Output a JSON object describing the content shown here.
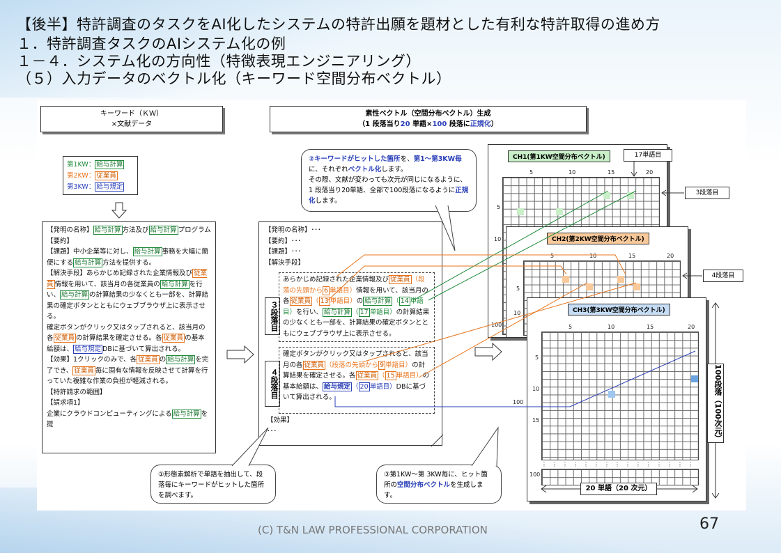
{
  "title": {
    "line1": "【後半】特許調査のタスクをAI化したシステムの特許出願を題材とした有利な特許取得の進め方",
    "line2": "１．特許調査タスクのAIシステム化の例",
    "line3": "１－４．システム化の方向性（特徴表現エンジニアリング）",
    "line4": "（５）入力データのベクトル化（キーワード空間分布ベクトル）"
  },
  "header_left": {
    "l1": "キーワード（ＫＷ）",
    "l2": "×文献データ"
  },
  "header_right": {
    "l1": "素性ベクトル（空間分布ベクトル）生成",
    "l2a": "（1 段落当り",
    "l2b": "20",
    "l2c": " 単語×",
    "l2d": "100",
    "l2e": " 段落に",
    "l2f": "正規化",
    "l2g": "）"
  },
  "keywords": {
    "kw1_label": "第1KW：",
    "kw1": "給与計算",
    "kw2_label": "第2KW：",
    "kw2": "従業員",
    "kw3_label": "第3KW：",
    "kw3": "給与規定"
  },
  "doc_left": {
    "p1a": "【発明の名称】",
    "p1b": "給与計算",
    "p1c": "方法及び",
    "p1d": "給与計算",
    "p1e": "プログラム",
    "p2": "【要約】",
    "p3a": "【課題】中小企業等に対し、",
    "p3b": "給与計算",
    "p3c": "事務を大幅に簡便にする",
    "p3d": "給与計算",
    "p3e": "方法を提供する。",
    "p4a": "【解決手段】あらかじめ記録された企業情報及び",
    "p4b": "従業員",
    "p4c": "情報を用いて、該当月の各従業員の",
    "p4d": "給与計算",
    "p4e": "を行い、",
    "p4f": "給与計算",
    "p4g": "の計算結果の少なくとも一部を、計算結果の確定ボタンとともにウェブブラウザ上に表示させる。",
    "p5a": "確定ボタンがクリック又はタップされると、該当月の各",
    "p5b": "従業員",
    "p5c": "の計算結果を確定させる。各",
    "p5d": "従業員",
    "p5e": "の基本給額は、",
    "p5f": "給与規定",
    "p5g": "DBに基づいて算出される。",
    "p6a": "【効果】1クリックのみで、各",
    "p6b": "従業員",
    "p6c": "の",
    "p6d": "給与計算",
    "p6e": "を完了でき、",
    "p6f": "従業員",
    "p6g": "毎に固有な情報を反映させて計算を行っていた複雑な作業の負担が軽減される。",
    "p7": "【特許請求の範囲】",
    "p8": "【請求項1】",
    "p9a": "企業にクラウドコンピューティングによる",
    "p9b": "給与計算",
    "p9c": "を提"
  },
  "doc_mid": {
    "h1": "【発明の名称】･･･",
    "h2": "【要約】･･･",
    "h3": "【課題】･･･",
    "h4": "【解決手段】",
    "para3_label": "３段落目",
    "para3a": "あらかじめ記録された企業情報及び",
    "para3b": "従業員",
    "para3c": "（段落の先頭から",
    "para3d": "6",
    "para3e": "単語目）",
    "para3f": "情報を用いて、該当月の各",
    "para3g": "従業員",
    "para3h": "（",
    "para3i": "13",
    "para3j": "単語目）",
    "para3k": "の",
    "para3l": "給与計算",
    "para3m": "（",
    "para3n": "14",
    "para3o": "単語目）",
    "para3p": "を行い、",
    "para3q": "給与計算",
    "para3r": "（",
    "para3s": "17",
    "para3t": "単語目）",
    "para3u": "の計算結果の少なくとも一部を、計算結果の確定ボタンとともにウェブブラウザ上に表示させる。",
    "para4_label": "４段落目",
    "para4a": "確定ボタンがクリック又はタップされると、該当月の各",
    "para4b": "従業員",
    "para4c": "（段落の先頭から",
    "para4d": "9",
    "para4e": "単語目）",
    "para4f": "の計算結果を確定させる。各",
    "para4g": "従業員",
    "para4h": "（",
    "para4i": "15",
    "para4j": "単語目）",
    "para4k": "の基本給額は、",
    "para4l": "給与規定",
    "para4m": "（",
    "para4n": "20",
    "para4o": "単語目）",
    "para4p": "DBに基づいて算出される。",
    "eff": "【効果】",
    "dots": "･･･"
  },
  "callouts": {
    "c2a": "②",
    "c2b": "キーワードがヒットした箇所",
    "c2c": "を、",
    "c2d": "第1～第3KW毎",
    "c2e": "に、それぞれ",
    "c2f": "ベクトル化",
    "c2g": "します。",
    "c2h": "その際、文献が変わっても次元が同じになるように、1 段落当り20単語、全部で100段落になるように",
    "c2i": "正規化",
    "c2j": "します。",
    "c1": "①形態素解析で単語を抽出して、段落毎にキーワードがヒットした箇所を調べます。",
    "c3a": "③第1KW～第 3KW毎に、ヒット箇所の",
    "c3b": "空間分布ベクトル",
    "c3c": "を生成します。"
  },
  "grids": {
    "ch1": "CH1(第1KW空間分布ベクトル)",
    "ch2": "CH2(第2KW空間分布ベクトル)",
    "ch3": "CH3(第3KW空間分布ベクトル)",
    "word17": "17単語目",
    "para3": "3段落目",
    "para4": "4段落目",
    "dim100": "100段落（100次元）",
    "dim20": "20 単語（20 次元）",
    "ticks_x": [
      "5",
      "10",
      "15",
      "20"
    ],
    "ticks_y": [
      "5",
      "10",
      "15",
      "100"
    ]
  },
  "colors": {
    "green": "#1f8a3a",
    "orange": "#e8741c",
    "blue": "#2a3fb8",
    "ch1_bg": "#c9efc9",
    "ch2_bg": "#f9c99a",
    "ch3_bg": "#c5dcf4"
  },
  "footer": {
    "copyright": "(C) T&N LAW PROFESSIONAL CORPORATION",
    "page": "67"
  }
}
